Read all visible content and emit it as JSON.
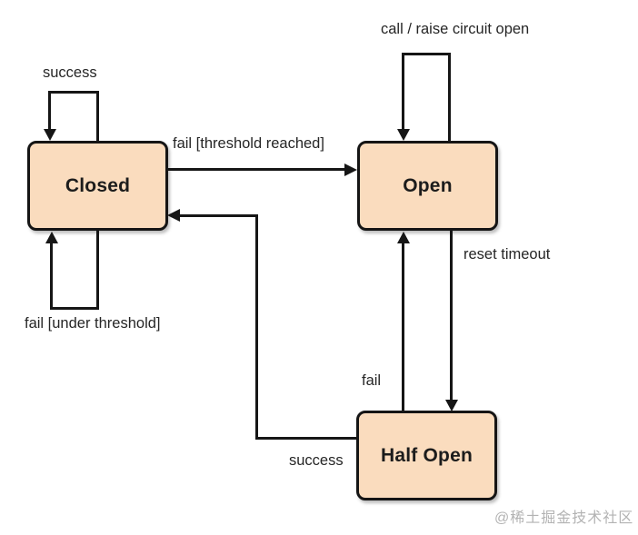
{
  "diagram": {
    "type": "state-machine",
    "subject": "circuit breaker states",
    "states": [
      {
        "id": "closed",
        "label": "Closed"
      },
      {
        "id": "open",
        "label": "Open"
      },
      {
        "id": "half_open",
        "label": "Half Open"
      }
    ],
    "transitions": [
      {
        "from": "Closed",
        "to": "Closed",
        "label": "success"
      },
      {
        "from": "Closed",
        "to": "Open",
        "label": "fail [threshold reached]"
      },
      {
        "from": "Closed",
        "to": "Closed",
        "label": "fail [under threshold]"
      },
      {
        "from": "Open",
        "to": "Open",
        "label": "call / raise circuit open"
      },
      {
        "from": "Open",
        "to": "Half Open",
        "label": "reset timeout"
      },
      {
        "from": "Half Open",
        "to": "Open",
        "label": "fail"
      },
      {
        "from": "Half Open",
        "to": "Closed",
        "label": "success"
      }
    ],
    "watermark": "@稀土掘金技术社区",
    "colors": {
      "state_fill": "#fadcbe",
      "state_border": "#151515",
      "line": "#161616",
      "background": "#ffffff",
      "watermark": "#b3b3b3"
    }
  }
}
